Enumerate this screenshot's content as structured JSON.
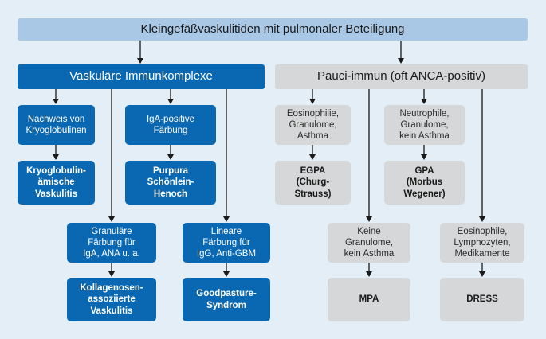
{
  "title": "Kleingefäßvaskulitiden mit pulmonaler Beteiligung",
  "branches": {
    "immune_complex": "Vaskuläre Immunkomplexe",
    "pauci_immune": "Pauci-immun (oft ANCA-positiv)"
  },
  "findings": {
    "kryo": "Nachweis von\nKryoglobulinen",
    "iga": "IgA-positive\nFärbung",
    "granular": "Granuläre\nFärbung für\nIgA, ANA u. a.",
    "linear": "Lineare\nFärbung für\nIgG, Anti-GBM",
    "egpa_crit": "Eosinophilie,\nGranulome,\nAsthma",
    "gpa_crit": "Neutrophile,\nGranulome,\nkein Asthma",
    "mpa_crit": "Keine\nGranulome,\nkein Asthma",
    "dress_crit": "Eosinophile,\nLymphozyten,\nMedikamente"
  },
  "diagnoses": {
    "kryo": "Kryoglobulin-\nämische\nVaskulitis",
    "purpura": "Purpura\nSchönlein-\nHenoch",
    "kollagenose": "Kollagenosen-\nassoziierte\nVaskulitis",
    "goodpasture": "Goodpasture-\nSyndrom",
    "egpa": "EGPA\n(Churg-\nStrauss)",
    "gpa": "GPA\n(Morbus\nWegener)",
    "mpa": "MPA",
    "dress": "DRESS"
  },
  "colors": {
    "background": "#e4eef6",
    "title_box": "#a9c8e6",
    "immune_blue": "#0a67b1",
    "pauci_grey": "#d6d7d8",
    "line": "#1a1a1a"
  }
}
